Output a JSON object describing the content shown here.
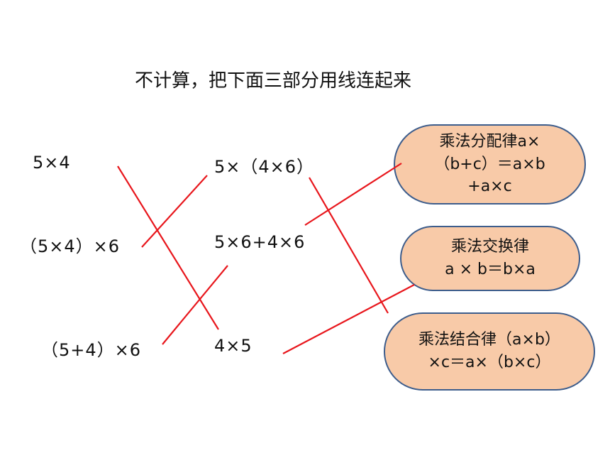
{
  "title": "不计算，把下面三部分用线连起来",
  "left_column": [
    "5×4",
    "（5×4）×6",
    "（5+4）×6"
  ],
  "middle_column": [
    "5×（4×6）",
    "5×6+4×6",
    "4×5"
  ],
  "laws": [
    {
      "lines": [
        "乘法分配律a×",
        "（b+c）＝a×b",
        "+a×c"
      ]
    },
    {
      "lines": [
        "乘法交换律",
        "a × b＝b×a"
      ]
    },
    {
      "lines": [
        "乘法结合律（a×b）",
        "×c＝a×（b×c）"
      ]
    }
  ],
  "colors": {
    "line": "#e8161c",
    "bubble_fill": "#f8caa8",
    "bubble_border": "#3d5d8c"
  }
}
